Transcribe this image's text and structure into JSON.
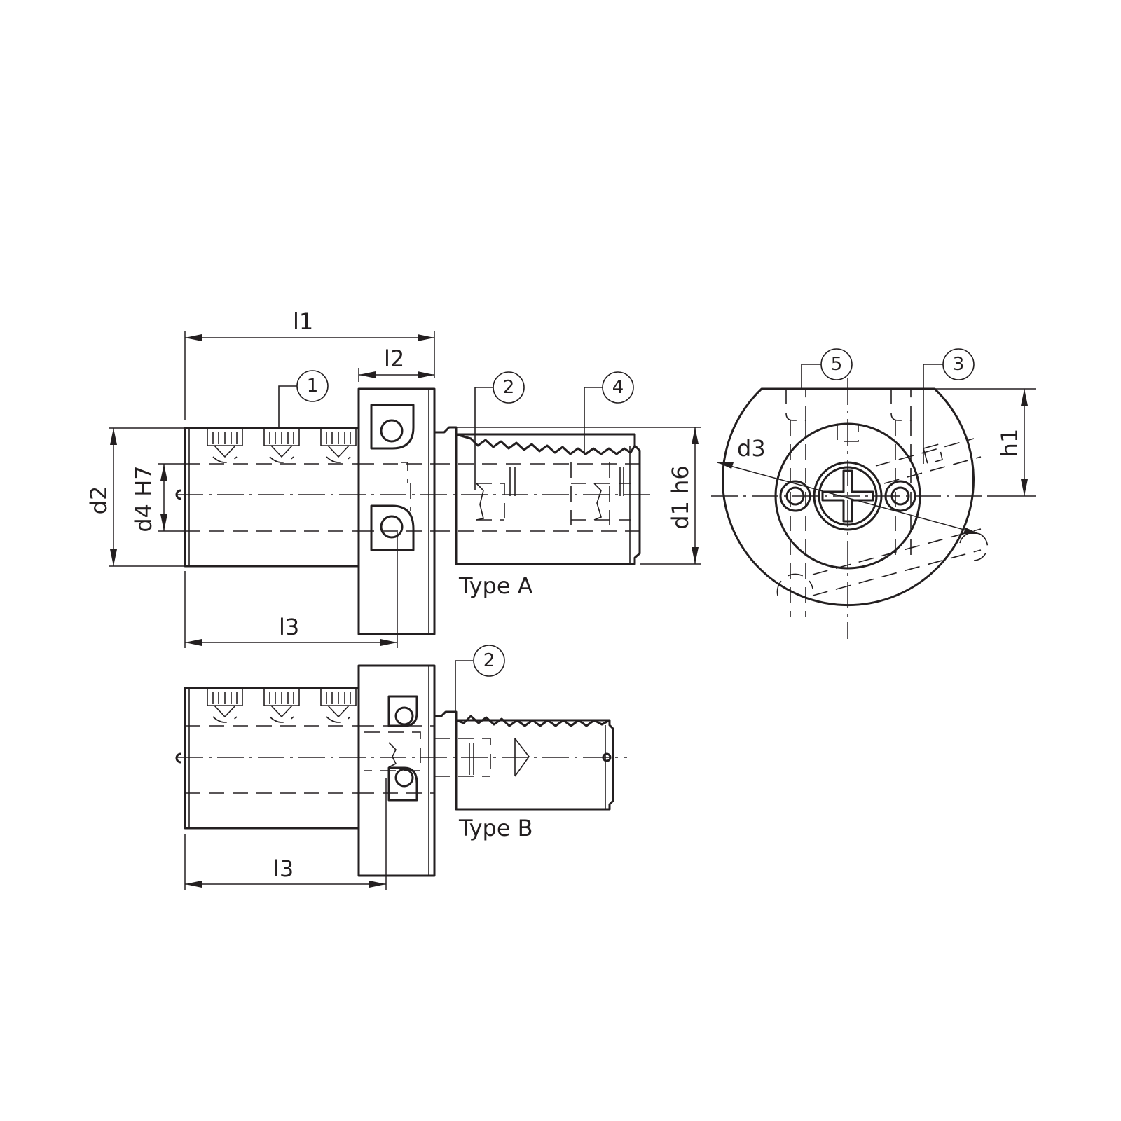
{
  "dimensions": {
    "l1": "l1",
    "l2": "l2",
    "l3_a": "l3",
    "l3_b": "l3",
    "d1": "d1 h6",
    "d2": "d2",
    "d3": "d3",
    "d4": "d4 H7",
    "h1": "h1"
  },
  "views": {
    "type_a": "Type A",
    "type_b": "Type B"
  },
  "callouts": {
    "c1": "1",
    "c2_a": "2",
    "c4": "4",
    "c5": "5",
    "c3": "3",
    "c2_b": "2"
  },
  "colors": {
    "line": "#231f20",
    "background": "#ffffff"
  }
}
